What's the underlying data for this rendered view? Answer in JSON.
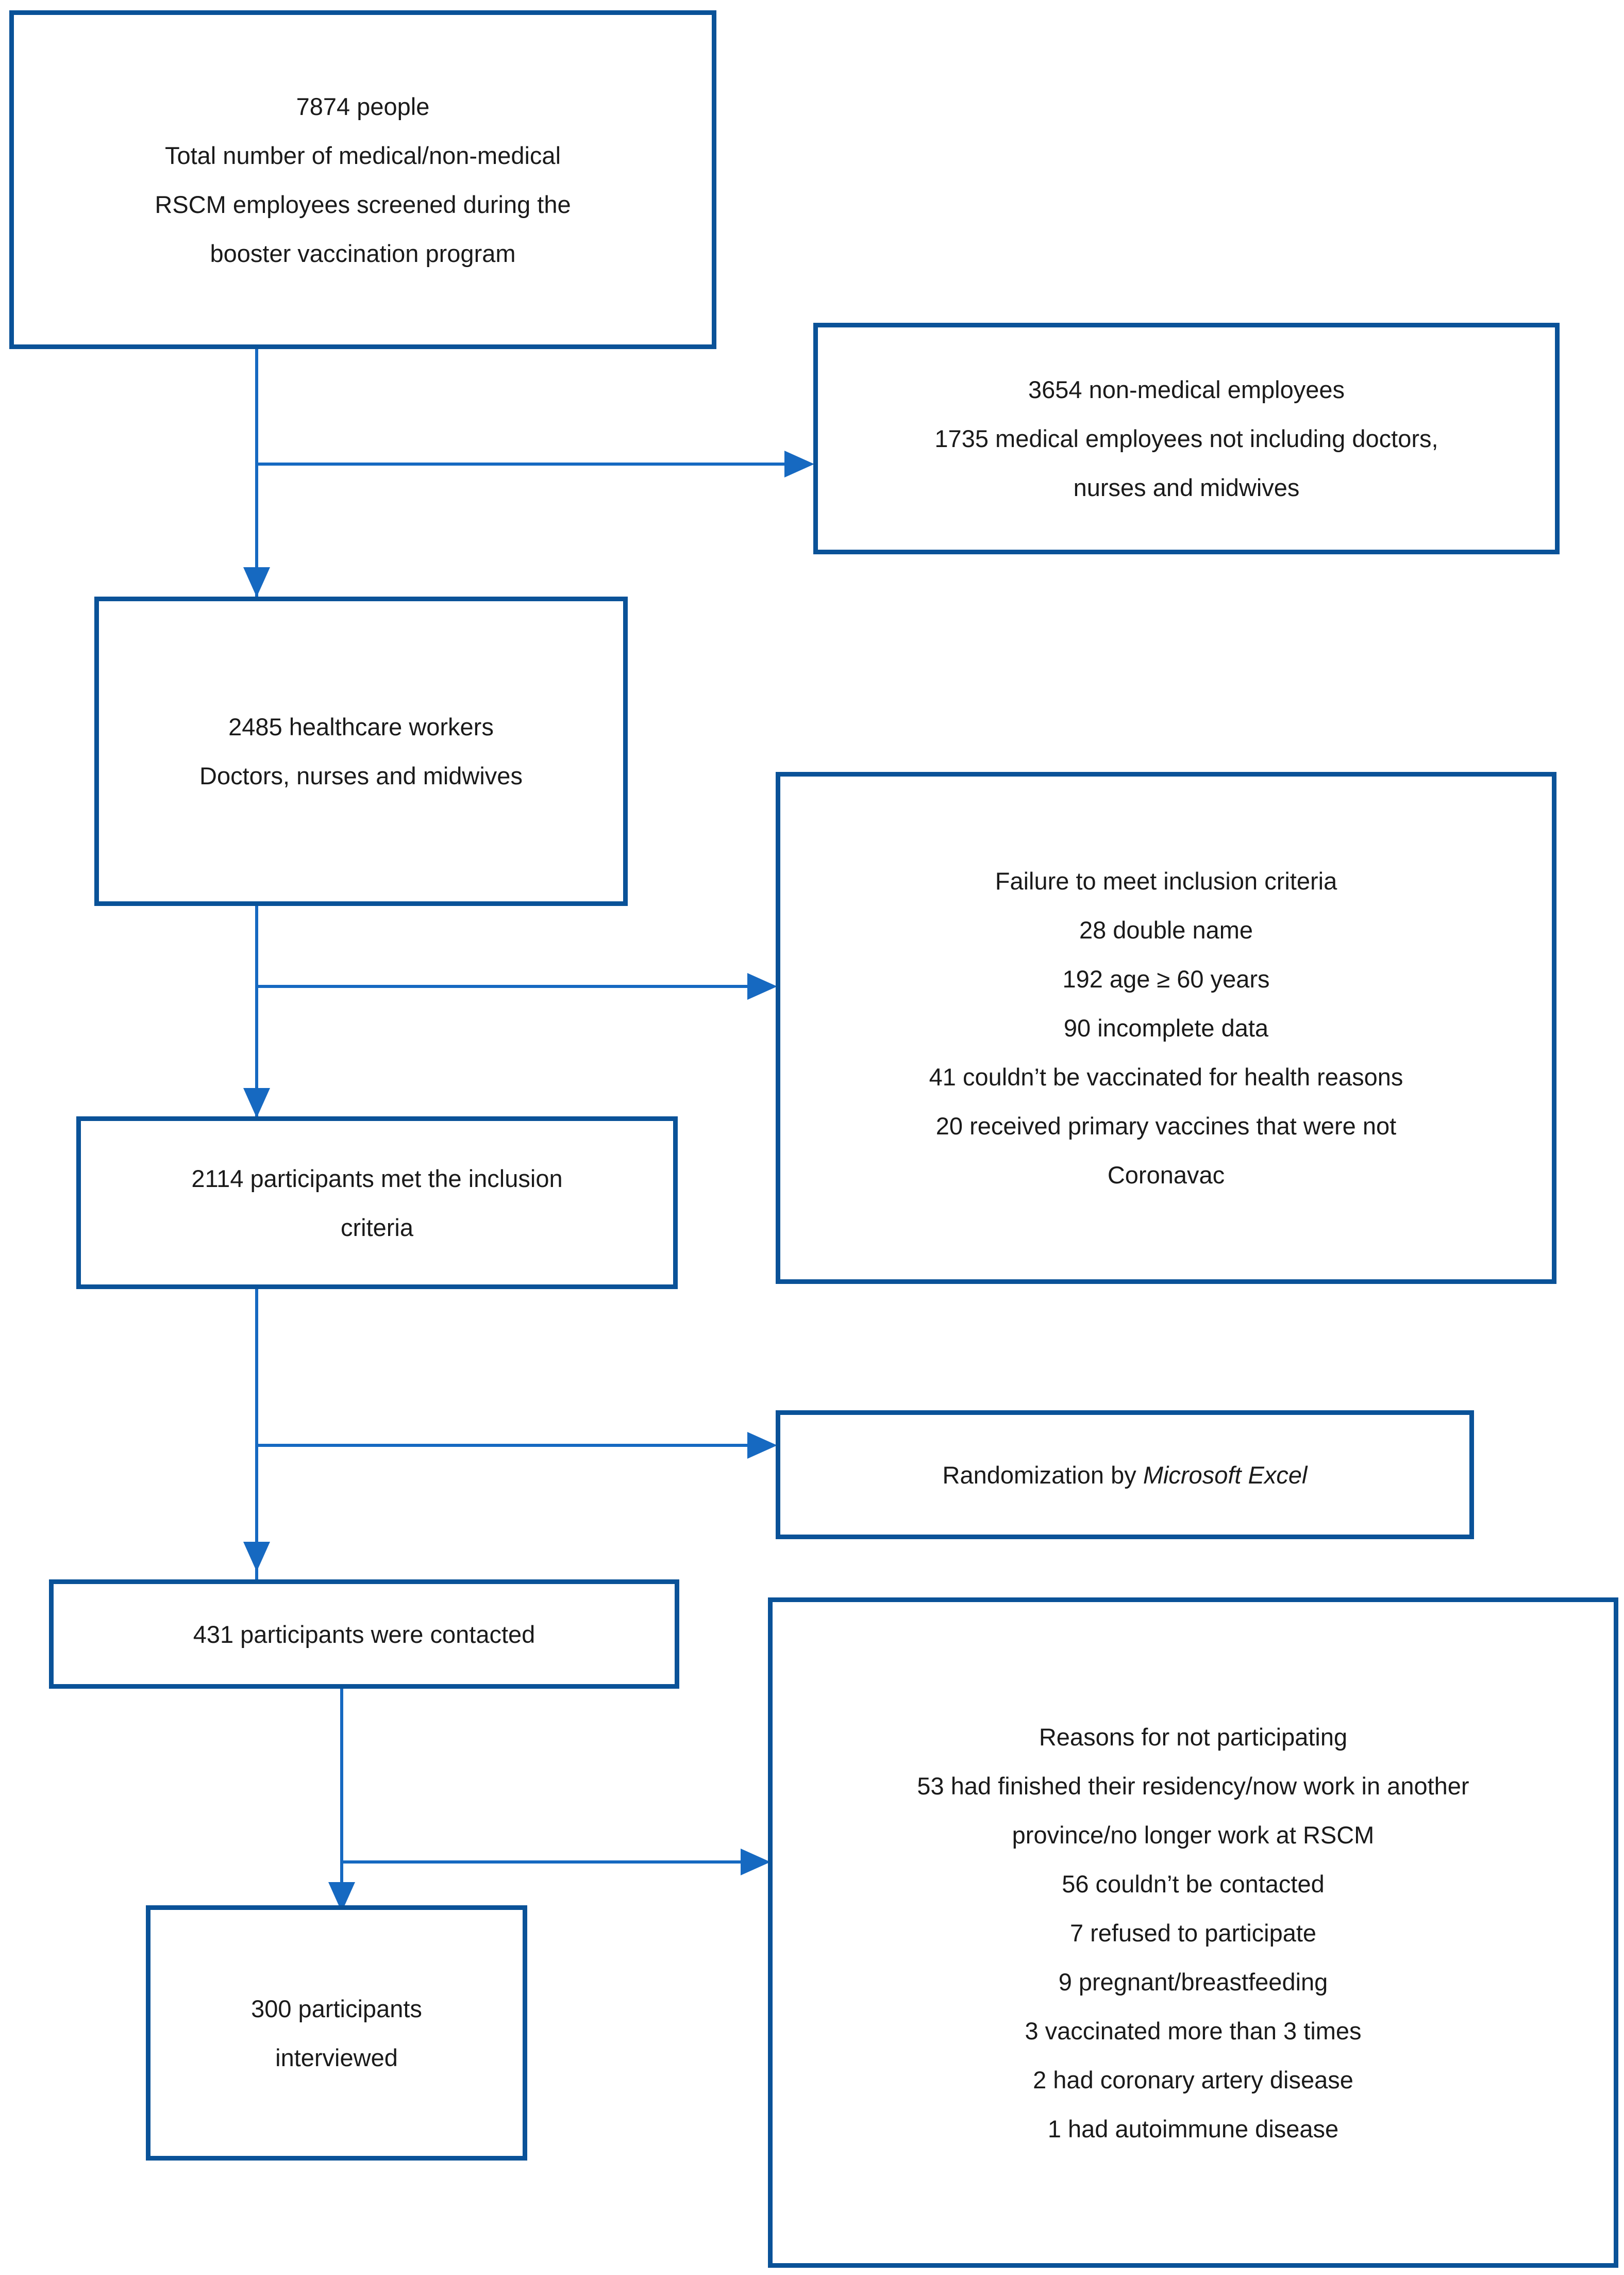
{
  "chart_data": {
    "type": "diagram",
    "title": "",
    "diagram_kind": "participant-flow-flowchart",
    "nodes": [
      {
        "id": "n1",
        "side": "left",
        "lines": [
          "7874 people",
          "Total number of medical/non-medical",
          "RSCM employees screened during the",
          "booster vaccination program"
        ]
      },
      {
        "id": "n2",
        "side": "right",
        "lines": [
          "3654 non-medical employees",
          "1735 medical employees not including doctors,",
          "nurses and midwives"
        ]
      },
      {
        "id": "n3",
        "side": "left",
        "lines": [
          "2485 healthcare workers",
          "Doctors, nurses and midwives"
        ]
      },
      {
        "id": "n4",
        "side": "right",
        "lines": [
          "Failure to meet inclusion criteria",
          "28 double name",
          "192 age ≥ 60 years",
          "90 incomplete data",
          "41 couldn’t be vaccinated for health reasons",
          "20 received primary vaccines that were not",
          "Coronavac"
        ]
      },
      {
        "id": "n5",
        "side": "left",
        "lines": [
          "2114 participants met the inclusion",
          "criteria"
        ]
      },
      {
        "id": "n6",
        "side": "right",
        "lines": [
          "Randomization by Microsoft Excel"
        ]
      },
      {
        "id": "n7",
        "side": "left",
        "lines": [
          "431 participants were contacted"
        ]
      },
      {
        "id": "n8",
        "side": "right",
        "lines": [
          "Reasons for not participating",
          "53 had finished their residency/now work in another",
          "province/no longer work at RSCM",
          "56 couldn’t be contacted",
          "7 refused to participate",
          "9 pregnant/breastfeeding",
          "3 vaccinated more than 3 times",
          "2 had coronary artery disease",
          "1 had autoimmune disease"
        ]
      },
      {
        "id": "n9",
        "side": "left",
        "lines": [
          "300 participants",
          "interviewed"
        ]
      }
    ],
    "edges": [
      {
        "from": "n1",
        "to": "n3",
        "kind": "down"
      },
      {
        "from": "n1",
        "to": "n2",
        "kind": "branch-right"
      },
      {
        "from": "n3",
        "to": "n5",
        "kind": "down"
      },
      {
        "from": "n3",
        "to": "n4",
        "kind": "branch-right"
      },
      {
        "from": "n5",
        "to": "n7",
        "kind": "down"
      },
      {
        "from": "n5",
        "to": "n6",
        "kind": "branch-right"
      },
      {
        "from": "n7",
        "to": "n9",
        "kind": "down"
      },
      {
        "from": "n7",
        "to": "n8",
        "kind": "branch-right"
      }
    ],
    "colors": {
      "box_border": "#0a5298",
      "connector": "#1669c1",
      "text": "#1a1a1a",
      "background": "#ffffff"
    }
  },
  "box1": {
    "line1": "7874 people",
    "line2": "Total number of medical/non-medical",
    "line3": "RSCM employees screened during the",
    "line4": "booster vaccination program"
  },
  "box2": {
    "line1": "3654 non-medical employees",
    "line2": "1735 medical employees not including doctors,",
    "line3": "nurses and midwives"
  },
  "box3": {
    "line1": "2485 healthcare workers",
    "line2": "Doctors, nurses and midwives"
  },
  "box4": {
    "line1": "Failure to meet inclusion criteria",
    "line2": "28 double name",
    "line3": "192 age ≥ 60 years",
    "line4": "90 incomplete data",
    "line5": "41 couldn’t be vaccinated for health reasons",
    "line6": "20 received primary vaccines that were not",
    "line7": "Coronavac"
  },
  "box5": {
    "line1": "2114 participants met the inclusion",
    "line2": "criteria"
  },
  "box6": {
    "prefix": "Randomization by ",
    "emphasis": "Microsoft Excel"
  },
  "box7": {
    "line1": "431 participants were contacted"
  },
  "box8": {
    "line1": "Reasons for not participating",
    "line2": "53 had finished their residency/now work in another",
    "line3": "province/no longer work at RSCM",
    "line4": "56 couldn’t be contacted",
    "line5": "7 refused to participate",
    "line6": "9 pregnant/breastfeeding",
    "line7": "3 vaccinated more than 3 times",
    "line8": "2 had coronary artery disease",
    "line9": "1 had autoimmune disease"
  },
  "box9": {
    "line1": "300 participants",
    "line2": "interviewed"
  }
}
